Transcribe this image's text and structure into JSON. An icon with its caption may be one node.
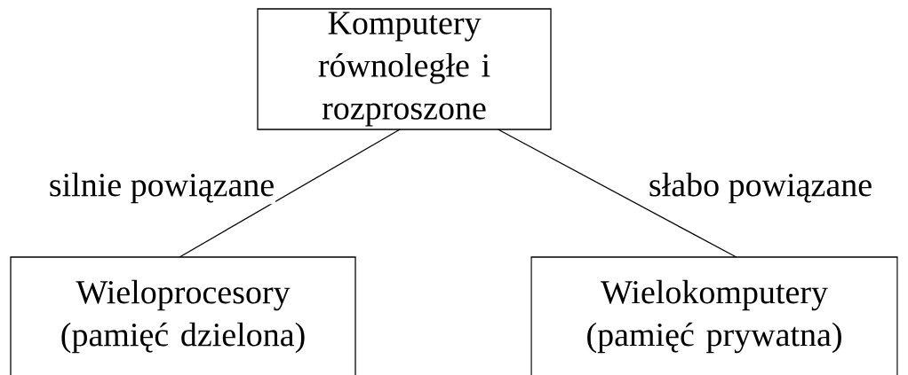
{
  "diagram": {
    "nodes": [
      {
        "text": [
          "Komputery równoległe i rozproszone"
        ]
      },
      {
        "text": [
          "Wieloprocesory (pamięć dzielona)"
        ]
      },
      {
        "text": [
          "Wielokomputery (pamięć prywatna)"
        ]
      }
    ],
    "edges": [
      {
        "from": 0,
        "to": 1,
        "arrow": "none",
        "label": "silnie powiązane"
      },
      {
        "from": 0,
        "to": 2,
        "arrow": "none",
        "label": "słabo powiązane"
      }
    ]
  }
}
